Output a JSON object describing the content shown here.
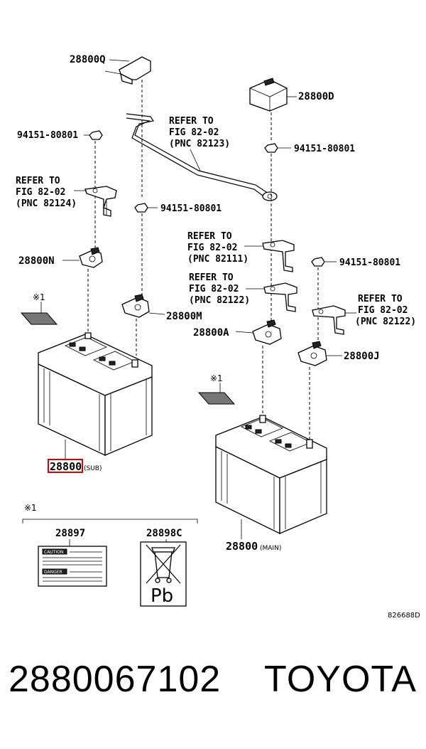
{
  "labels": {
    "p28800Q": "28800Q",
    "p28800D": "28800D",
    "nut1": "94151-80801",
    "nut2": "94151-80801",
    "nut3": "94151-80801",
    "nut4": "94151-80801",
    "ref1": [
      "REFER TO",
      "FIG 82-02",
      "(PNC 82123)"
    ],
    "ref2": [
      "REFER TO",
      "FIG 82-02",
      "(PNC 82124)"
    ],
    "ref3": [
      "REFER TO",
      "FIG 82-02",
      "(PNC 82111)"
    ],
    "ref4": [
      "REFER TO",
      "FIG 82-02",
      "(PNC 82122)"
    ],
    "ref5": [
      "REFER TO",
      "FIG 82-02",
      "(PNC 82122)"
    ],
    "p28800N": "28800N",
    "p28800M": "28800M",
    "p28800A": "28800A",
    "p28800J": "28800J",
    "note1a": "※1",
    "note1b": "※1",
    "note1c": "※1",
    "sub_num": "28800",
    "sub_suffix": "(SUB)",
    "main_num": "28800",
    "main_suffix": "(MAIN)",
    "p28897": "28897",
    "p28898C": "28898C",
    "pb": "Pb",
    "fig_id": "826688D",
    "caution1": "CAUTION",
    "caution2": "DANGER"
  },
  "footer": {
    "part_number": "2880067102",
    "brand": "TOYOTA"
  }
}
